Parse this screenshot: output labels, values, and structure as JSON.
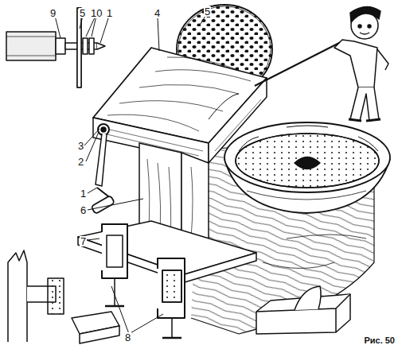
{
  "diagram": {
    "caption": "Рис. 50",
    "labels": [
      "9",
      "5",
      "10",
      "1",
      "4",
      "5",
      "3",
      "2",
      "1",
      "6",
      "7",
      "8"
    ]
  }
}
